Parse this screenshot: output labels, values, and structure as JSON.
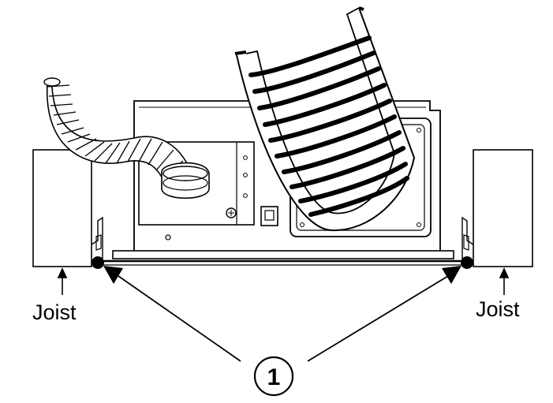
{
  "labels": {
    "left_joist": "Joist",
    "right_joist": "Joist",
    "callout": "1"
  },
  "colors": {
    "line": "#000000",
    "fill": "#ffffff"
  }
}
